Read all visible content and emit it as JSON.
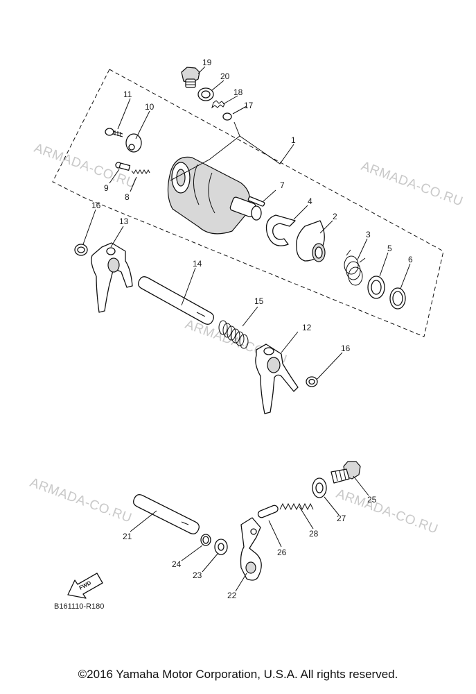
{
  "diagram": {
    "watermark_text": "ARMADA-CO.RU",
    "drawing_code": "B161110-R180",
    "fwd_label": "FWD",
    "copyright": "©2016 Yamaha Motor Corporation, U.S.A. All rights reserved.",
    "callouts": {
      "c1": "1",
      "c2": "2",
      "c3": "3",
      "c4": "4",
      "c5": "5",
      "c6": "6",
      "c7": "7",
      "c8": "8",
      "c9": "9",
      "c10": "10",
      "c11": "11",
      "c12": "12",
      "c13": "13",
      "c14": "14",
      "c15": "15",
      "c16a": "16",
      "c16b": "16",
      "c17": "17",
      "c18": "18",
      "c19": "19",
      "c20": "20",
      "c21": "21",
      "c22": "22",
      "c23": "23",
      "c24": "24",
      "c25": "25",
      "c26": "26",
      "c27": "27",
      "c28": "28"
    }
  }
}
